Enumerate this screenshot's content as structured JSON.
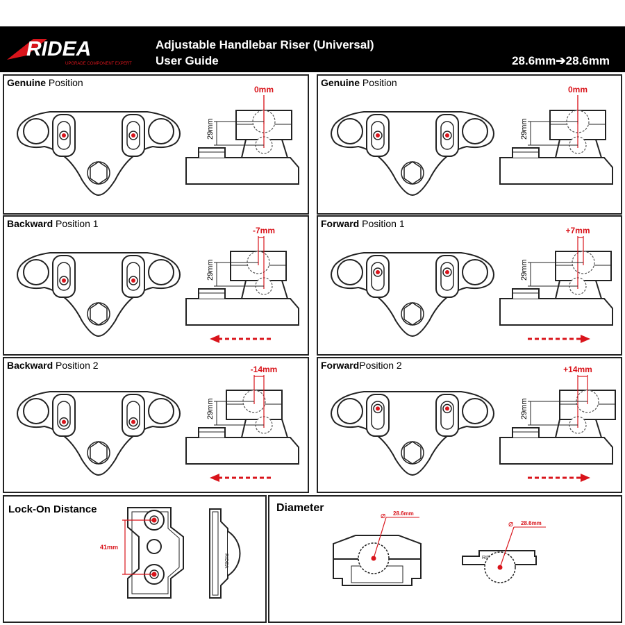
{
  "header": {
    "brand": "RIDEA",
    "tagline": "UPGRADE COMPONENT EXPERT",
    "title_line1": "Adjustable Handlebar Riser  (Universal)",
    "title_line2": "User Guide",
    "spec": "28.6mm",
    "spec_target": "28.6mm"
  },
  "panels": [
    {
      "title_bold": "Genuine",
      "title_rest": " Position",
      "offset": "0mm",
      "height": "29mm",
      "arrow": "none"
    },
    {
      "title_bold": "Genuine",
      "title_rest": " Position",
      "offset": "0mm",
      "height": "29mm",
      "arrow": "none"
    },
    {
      "title_bold": "Backward",
      "title_rest": " Position 1",
      "offset": "-7mm",
      "height": "29mm",
      "arrow": "left"
    },
    {
      "title_bold": "Forward",
      "title_rest": " Position 1",
      "offset": "+7mm",
      "height": "29mm",
      "arrow": "right"
    },
    {
      "title_bold": "Backward",
      "title_rest": " Position 2",
      "offset": "-14mm",
      "height": "29mm",
      "arrow": "left"
    },
    {
      "title_bold": "Forward",
      "title_rest": "Position 2",
      "offset": "+14mm",
      "height": "29mm",
      "arrow": "right"
    }
  ],
  "lockon": {
    "title": "Lock-On Distance",
    "distance": "41mm"
  },
  "diameter": {
    "title": "Diameter",
    "value1": "28.6mm",
    "value2": "28.6mm"
  },
  "colors": {
    "accent": "#d9141b",
    "ink": "#222222",
    "header_bg": "#000000"
  }
}
